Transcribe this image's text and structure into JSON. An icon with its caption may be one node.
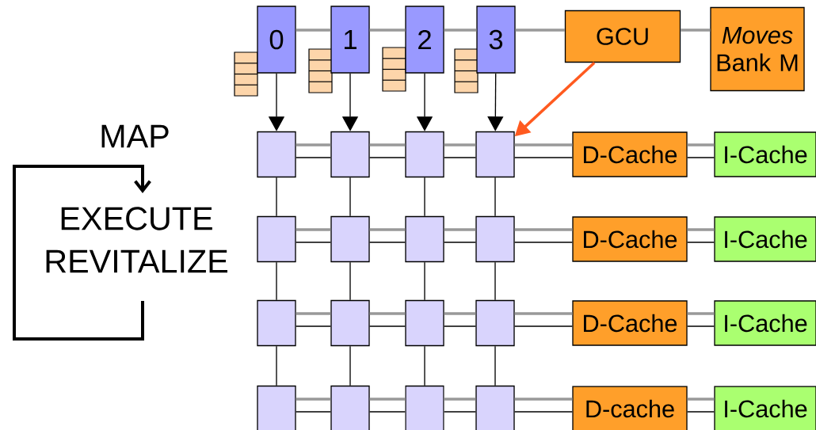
{
  "diagram": {
    "nodes": [
      {
        "text": [
          "0"
        ]
      },
      {
        "text": [
          "1"
        ]
      },
      {
        "text": [
          "2"
        ]
      },
      {
        "text": [
          "3"
        ]
      },
      {
        "text": [
          "GCU"
        ]
      },
      {
        "text": [
          "*Moves* Bank M"
        ]
      },
      {
        "text": [],
        "shape": "box"
      },
      {
        "text": [],
        "shape": "box"
      },
      {
        "text": [],
        "shape": "box"
      },
      {
        "text": [],
        "shape": "box"
      },
      {
        "text": [
          "D-Cache"
        ]
      },
      {
        "text": [
          "I-Cache"
        ]
      },
      {
        "text": [],
        "shape": "box"
      },
      {
        "text": [],
        "shape": "box"
      },
      {
        "text": [],
        "shape": "box"
      },
      {
        "text": [],
        "shape": "box"
      },
      {
        "text": [
          "D-Cache"
        ]
      },
      {
        "text": [
          "I-Cache"
        ]
      },
      {
        "text": [],
        "shape": "box"
      },
      {
        "text": [],
        "shape": "box"
      },
      {
        "text": [],
        "shape": "box"
      },
      {
        "text": [],
        "shape": "box"
      },
      {
        "text": [
          "D-Cache"
        ]
      },
      {
        "text": [
          "I-Cache"
        ]
      },
      {
        "text": [],
        "shape": "box"
      },
      {
        "text": [],
        "shape": "box"
      },
      {
        "text": [],
        "shape": "box"
      },
      {
        "text": [],
        "shape": "box"
      },
      {
        "text": [
          "D-cache"
        ]
      },
      {
        "text": [
          "I-Cache"
        ]
      }
    ],
    "edges": [
      {
        "from": 0,
        "to": 6,
        "arrow": "to"
      },
      {
        "from": 1,
        "to": 7,
        "arrow": "to"
      },
      {
        "from": 2,
        "to": 8,
        "arrow": "to"
      },
      {
        "from": 3,
        "to": 9,
        "arrow": "to"
      },
      {
        "from": 4,
        "to": 9,
        "arrow": "to",
        "style": "thick",
        "color": "#ff5a1f"
      },
      {
        "from": 0,
        "to": 1,
        "arrow": "none",
        "style": "thick",
        "color": "#999999"
      },
      {
        "from": 1,
        "to": 2,
        "arrow": "none",
        "style": "thick",
        "color": "#999999"
      },
      {
        "from": 2,
        "to": 3,
        "arrow": "none",
        "style": "thick",
        "color": "#999999"
      },
      {
        "from": 3,
        "to": 4,
        "arrow": "none",
        "style": "thick",
        "color": "#999999"
      },
      {
        "from": 4,
        "to": 5,
        "arrow": "none",
        "style": "thick",
        "color": "#999999"
      },
      {
        "from": 6,
        "to": 7,
        "arrow": "none",
        "style": "thick",
        "color": "#999999"
      },
      {
        "from": 6,
        "to": 7,
        "arrow": "none"
      },
      {
        "from": 7,
        "to": 8,
        "arrow": "none",
        "style": "thick",
        "color": "#999999"
      },
      {
        "from": 7,
        "to": 8,
        "arrow": "none"
      },
      {
        "from": 8,
        "to": 9,
        "arrow": "none",
        "style": "thick",
        "color": "#999999"
      },
      {
        "from": 8,
        "to": 9,
        "arrow": "none"
      },
      {
        "from": 9,
        "to": 10,
        "arrow": "none",
        "style": "thick",
        "color": "#999999"
      },
      {
        "from": 9,
        "to": 10,
        "arrow": "none"
      },
      {
        "from": 10,
        "to": 11,
        "arrow": "none",
        "style": "thick",
        "color": "#999999"
      },
      {
        "from": 10,
        "to": 11,
        "arrow": "none"
      },
      {
        "from": 12,
        "to": 13,
        "arrow": "none",
        "style": "thick",
        "color": "#999999"
      },
      {
        "from": 12,
        "to": 13,
        "arrow": "none"
      },
      {
        "from": 13,
        "to": 14,
        "arrow": "none",
        "style": "thick",
        "color": "#999999"
      },
      {
        "from": 13,
        "to": 14,
        "arrow": "none"
      },
      {
        "from": 14,
        "to": 15,
        "arrow": "none",
        "style": "thick",
        "color": "#999999"
      },
      {
        "from": 14,
        "to": 15,
        "arrow": "none"
      },
      {
        "from": 15,
        "to": 16,
        "arrow": "none",
        "style": "thick",
        "color": "#999999"
      },
      {
        "from": 15,
        "to": 16,
        "arrow": "none"
      },
      {
        "from": 16,
        "to": 17,
        "arrow": "none",
        "style": "thick",
        "color": "#999999"
      },
      {
        "from": 16,
        "to": 17,
        "arrow": "none"
      },
      {
        "from": 18,
        "to": 19,
        "arrow": "none",
        "style": "thick",
        "color": "#999999"
      },
      {
        "from": 18,
        "to": 19,
        "arrow": "none"
      },
      {
        "from": 19,
        "to": 20,
        "arrow": "none",
        "style": "thick",
        "color": "#999999"
      },
      {
        "from": 19,
        "to": 20,
        "arrow": "none"
      },
      {
        "from": 20,
        "to": 21,
        "arrow": "none",
        "style": "thick",
        "color": "#999999"
      },
      {
        "from": 20,
        "to": 21,
        "arrow": "none"
      },
      {
        "from": 21,
        "to": 22,
        "arrow": "none",
        "style": "thick",
        "color": "#999999"
      },
      {
        "from": 21,
        "to": 22,
        "arrow": "none"
      },
      {
        "from": 22,
        "to": 23,
        "arrow": "none",
        "style": "thick",
        "color": "#999999"
      },
      {
        "from": 22,
        "to": 23,
        "arrow": "none"
      },
      {
        "from": 24,
        "to": 25,
        "arrow": "none",
        "style": "thick",
        "color": "#999999"
      },
      {
        "from": 24,
        "to": 25,
        "arrow": "none"
      },
      {
        "from": 25,
        "to": 26,
        "arrow": "none",
        "style": "thick",
        "color": "#999999"
      },
      {
        "from": 25,
        "to": 26,
        "arrow": "none"
      },
      {
        "from": 26,
        "to": 27,
        "arrow": "none",
        "style": "thick",
        "color": "#999999"
      },
      {
        "from": 26,
        "to": 27,
        "arrow": "none"
      },
      {
        "from": 27,
        "to": 28,
        "arrow": "none",
        "style": "thick",
        "color": "#999999"
      },
      {
        "from": 27,
        "to": 28,
        "arrow": "none"
      },
      {
        "from": 28,
        "to": 29,
        "arrow": "none",
        "style": "thick",
        "color": "#999999"
      },
      {
        "from": 28,
        "to": 29,
        "arrow": "none"
      },
      {
        "from": 6,
        "to": 12,
        "arrow": "none"
      },
      {
        "from": 7,
        "to": 13,
        "arrow": "none"
      },
      {
        "from": 8,
        "to": 14,
        "arrow": "none"
      },
      {
        "from": 9,
        "to": 15,
        "arrow": "none"
      },
      {
        "from": 12,
        "to": 18,
        "arrow": "none"
      },
      {
        "from": 13,
        "to": 19,
        "arrow": "none"
      },
      {
        "from": 14,
        "to": 20,
        "arrow": "none"
      },
      {
        "from": 15,
        "to": 21,
        "arrow": "none"
      },
      {
        "from": 18,
        "to": 24,
        "arrow": "none"
      },
      {
        "from": 19,
        "to": 25,
        "arrow": "none"
      },
      {
        "from": 20,
        "to": 26,
        "arrow": "none"
      },
      {
        "from": 21,
        "to": 27,
        "arrow": "none"
      }
    ],
    "labels": [
      "MAP",
      "EXECUTE",
      "REVITALIZE"
    ]
  }
}
